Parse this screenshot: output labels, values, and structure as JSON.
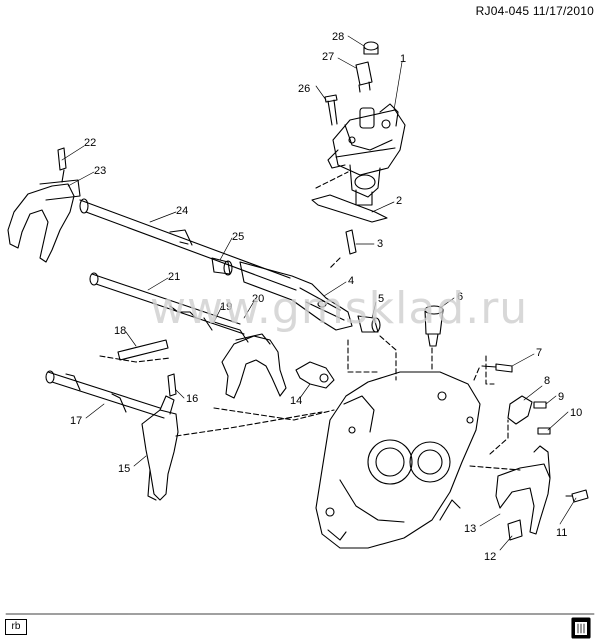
{
  "header": {
    "ref": "RJ04-045",
    "date": "11/17/2010"
  },
  "watermark": "www.gmsklad.ru",
  "badge": "rb",
  "icons": {
    "corner": "trash-bin-icon"
  },
  "callouts": [
    "1",
    "2",
    "3",
    "4",
    "5",
    "6",
    "7",
    "8",
    "9",
    "10",
    "11",
    "12",
    "13",
    "14",
    "15",
    "16",
    "17",
    "18",
    "19",
    "20",
    "21",
    "22",
    "23",
    "24",
    "25",
    "26",
    "27",
    "28"
  ]
}
